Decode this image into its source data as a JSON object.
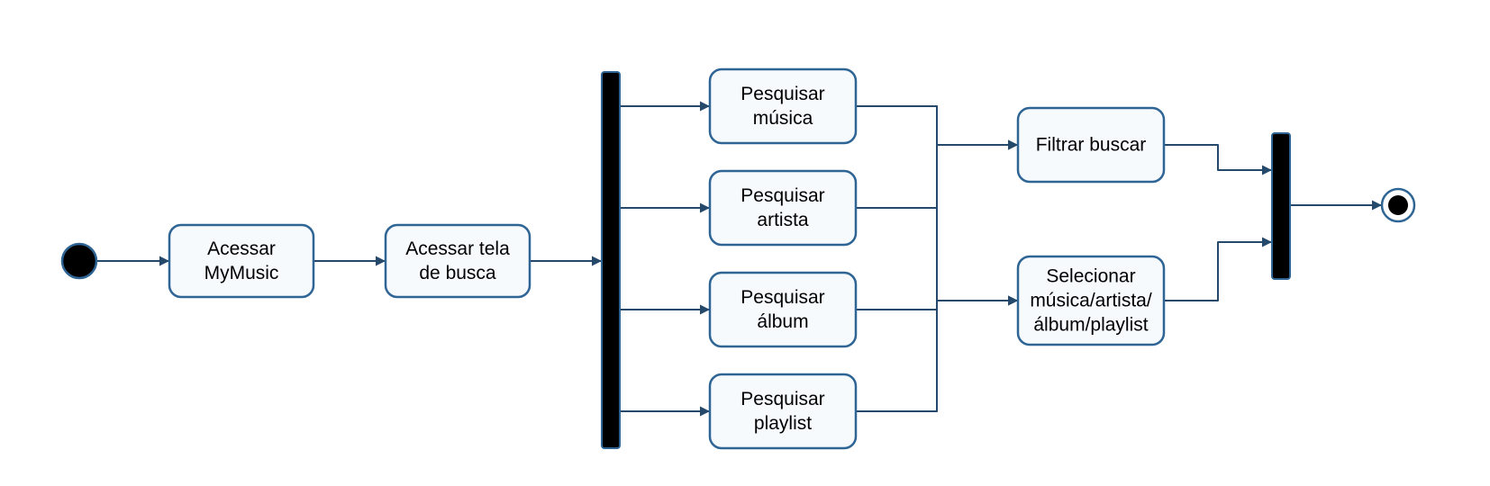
{
  "diagram": {
    "type": "uml-activity",
    "colors": {
      "stroke": "#2f6594",
      "arrow": "#24496b",
      "fill": "#f6fafd",
      "bar": "#000000",
      "node": "#000000"
    },
    "nodes": [
      {
        "id": "start",
        "kind": "initial"
      },
      {
        "id": "acessar-mymusic",
        "kind": "action",
        "lines": [
          "Acessar",
          "MyMusic"
        ]
      },
      {
        "id": "acessar-tela-busca",
        "kind": "action",
        "lines": [
          "Acessar tela",
          "de busca"
        ]
      },
      {
        "id": "fork",
        "kind": "fork"
      },
      {
        "id": "pesquisar-musica",
        "kind": "action",
        "lines": [
          "Pesquisar",
          "música"
        ]
      },
      {
        "id": "pesquisar-artista",
        "kind": "action",
        "lines": [
          "Pesquisar",
          "artista"
        ]
      },
      {
        "id": "pesquisar-album",
        "kind": "action",
        "lines": [
          "Pesquisar",
          "álbum"
        ]
      },
      {
        "id": "pesquisar-playlist",
        "kind": "action",
        "lines": [
          "Pesquisar",
          "playlist"
        ]
      },
      {
        "id": "filtrar-buscar",
        "kind": "action",
        "lines": [
          "Filtrar buscar"
        ]
      },
      {
        "id": "selecionar",
        "kind": "action",
        "lines": [
          "Selecionar",
          "música/artista/",
          "álbum/playlist"
        ]
      },
      {
        "id": "join",
        "kind": "join"
      },
      {
        "id": "end",
        "kind": "final"
      }
    ],
    "edges": [
      {
        "from": "start",
        "to": "acessar-mymusic"
      },
      {
        "from": "acessar-mymusic",
        "to": "acessar-tela-busca"
      },
      {
        "from": "acessar-tela-busca",
        "to": "fork"
      },
      {
        "from": "fork",
        "to": "pesquisar-musica"
      },
      {
        "from": "fork",
        "to": "pesquisar-artista"
      },
      {
        "from": "fork",
        "to": "pesquisar-album"
      },
      {
        "from": "fork",
        "to": "pesquisar-playlist"
      },
      {
        "from": "pesquisar-musica",
        "to": "filtrar-buscar"
      },
      {
        "from": "pesquisar-artista",
        "to": "filtrar-buscar"
      },
      {
        "from": "pesquisar-album",
        "to": "filtrar-buscar"
      },
      {
        "from": "pesquisar-playlist",
        "to": "filtrar-buscar"
      },
      {
        "from": "pesquisar-musica",
        "to": "selecionar"
      },
      {
        "from": "pesquisar-artista",
        "to": "selecionar"
      },
      {
        "from": "pesquisar-album",
        "to": "selecionar"
      },
      {
        "from": "pesquisar-playlist",
        "to": "selecionar"
      },
      {
        "from": "filtrar-buscar",
        "to": "join"
      },
      {
        "from": "selecionar",
        "to": "join"
      },
      {
        "from": "join",
        "to": "end"
      }
    ]
  }
}
